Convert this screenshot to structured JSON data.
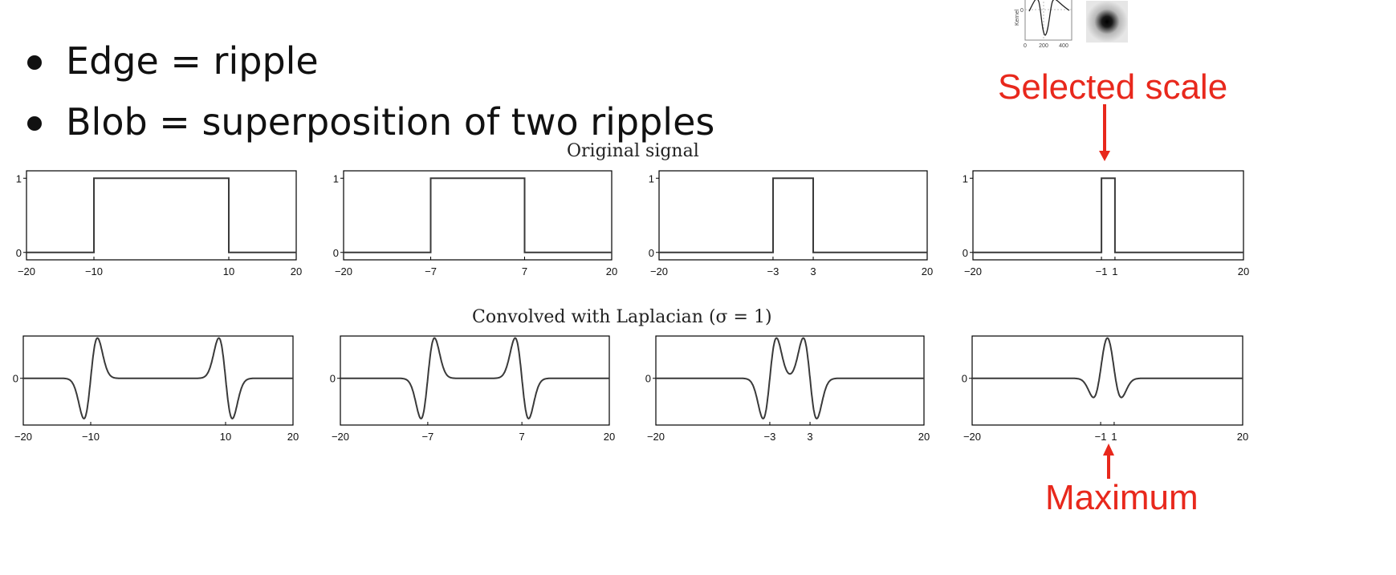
{
  "bullets": [
    "Edge = ripple",
    "Blob = superposition of two ripples"
  ],
  "annotations": {
    "selected_scale": "Selected scale",
    "maximum": "Maximum",
    "color": "#e8281c"
  },
  "thumbnail": {
    "kernel_ylabel": "Kernel",
    "kernel_ytick": "0",
    "kernel_xticks": [
      "0",
      "200",
      "400"
    ]
  },
  "chart_data": [
    {
      "type": "line",
      "row": "original",
      "title": "Original signal",
      "xlim": [
        -20,
        20
      ],
      "ylim": [
        -0.1,
        1.1
      ],
      "yticks": [
        "0",
        "1"
      ],
      "xticks": [
        "−20",
        "−10",
        "10",
        "20"
      ],
      "tick_values": [
        -20,
        -10,
        10,
        20
      ],
      "series": [
        {
          "x": [
            -20,
            -10,
            -10,
            10,
            10,
            20
          ],
          "y": [
            0,
            0,
            1,
            1,
            0,
            0
          ]
        }
      ]
    },
    {
      "type": "line",
      "row": "original",
      "xlim": [
        -20,
        20
      ],
      "ylim": [
        -0.1,
        1.1
      ],
      "yticks": [
        "0",
        "1"
      ],
      "xticks": [
        "−20",
        "−7",
        "7",
        "20"
      ],
      "tick_values": [
        -20,
        -7,
        7,
        20
      ],
      "series": [
        {
          "x": [
            -20,
            -7,
            -7,
            7,
            7,
            20
          ],
          "y": [
            0,
            0,
            1,
            1,
            0,
            0
          ]
        }
      ]
    },
    {
      "type": "line",
      "row": "original",
      "xlim": [
        -20,
        20
      ],
      "ylim": [
        -0.1,
        1.1
      ],
      "yticks": [
        "0",
        "1"
      ],
      "xticks": [
        "−20",
        "−3",
        "3",
        "20"
      ],
      "tick_values": [
        -20,
        -3,
        3,
        20
      ],
      "series": [
        {
          "x": [
            -20,
            -3,
            -3,
            3,
            3,
            20
          ],
          "y": [
            0,
            0,
            1,
            1,
            0,
            0
          ]
        }
      ]
    },
    {
      "type": "line",
      "row": "original",
      "xlim": [
        -20,
        20
      ],
      "ylim": [
        -0.1,
        1.1
      ],
      "yticks": [
        "0",
        "1"
      ],
      "xticks": [
        "−20",
        "−1",
        "1",
        "20"
      ],
      "tick_values": [
        -20,
        -1,
        1,
        20
      ],
      "series": [
        {
          "x": [
            -20,
            -1,
            -1,
            1,
            1,
            20
          ],
          "y": [
            0,
            0,
            1,
            1,
            0,
            0
          ]
        }
      ]
    },
    {
      "type": "line",
      "row": "convolved",
      "title": "Convolved with Laplacian (σ = 1)",
      "xlim": [
        -20,
        20
      ],
      "yticks": [
        "0"
      ],
      "edges": [
        -10,
        10
      ],
      "xticks": [
        "−20",
        "−10",
        "10",
        "20"
      ],
      "tick_values": [
        -20,
        -10,
        10,
        20
      ]
    },
    {
      "type": "line",
      "row": "convolved",
      "xlim": [
        -20,
        20
      ],
      "yticks": [
        "0"
      ],
      "edges": [
        -7,
        7
      ],
      "xticks": [
        "−20",
        "−7",
        "7",
        "20"
      ],
      "tick_values": [
        -20,
        -7,
        7,
        20
      ]
    },
    {
      "type": "line",
      "row": "convolved",
      "xlim": [
        -20,
        20
      ],
      "yticks": [
        "0"
      ],
      "edges": [
        -3,
        3
      ],
      "xticks": [
        "−20",
        "−3",
        "3",
        "20"
      ],
      "tick_values": [
        -20,
        -3,
        3,
        20
      ]
    },
    {
      "type": "line",
      "row": "convolved",
      "xlim": [
        -20,
        20
      ],
      "yticks": [
        "0"
      ],
      "edges": [
        -1,
        1
      ],
      "xticks": [
        "−20",
        "−1",
        "1",
        "20"
      ],
      "tick_values": [
        -20,
        -1,
        1,
        20
      ]
    }
  ]
}
